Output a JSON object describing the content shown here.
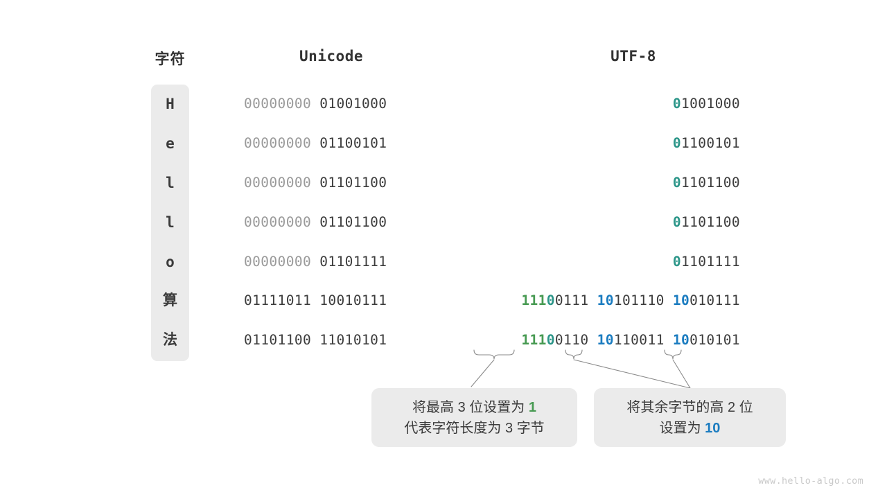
{
  "headers": {
    "char": "字符",
    "unicode": "Unicode",
    "utf8": "UTF-8"
  },
  "colors": {
    "teal": "#2c9689",
    "green": "#479a52",
    "blue": "#1b7cc0",
    "dim_gray": "#9a9a9a",
    "text_dark": "#3c3c3c",
    "pill_bg": "#ebebeb",
    "connector": "#8a8a8a",
    "watermark": "#c9c9c9",
    "background": "#ffffff"
  },
  "rows": [
    {
      "char": "H",
      "cjk": false,
      "unicode_dim": "00000000",
      "unicode_dark": "01001000",
      "utf8_lead": "0",
      "utf8_lead_color": "teal",
      "utf8_rest": "1001000"
    },
    {
      "char": "e",
      "cjk": false,
      "unicode_dim": "00000000",
      "unicode_dark": "01100101",
      "utf8_lead": "0",
      "utf8_lead_color": "teal",
      "utf8_rest": "1100101"
    },
    {
      "char": "l",
      "cjk": false,
      "unicode_dim": "00000000",
      "unicode_dark": "01101100",
      "utf8_lead": "0",
      "utf8_lead_color": "teal",
      "utf8_rest": "1101100"
    },
    {
      "char": "l",
      "cjk": false,
      "unicode_dim": "00000000",
      "unicode_dark": "01101100",
      "utf8_lead": "0",
      "utf8_lead_color": "teal",
      "utf8_rest": "1101100"
    },
    {
      "char": "o",
      "cjk": false,
      "unicode_dim": "00000000",
      "unicode_dark": "01101111",
      "utf8_lead": "0",
      "utf8_lead_color": "teal",
      "utf8_rest": "1101111"
    },
    {
      "char": "算",
      "cjk": true,
      "unicode_dim": "",
      "unicode_dark": "01111011 10010111",
      "utf8_b1_green": "111",
      "utf8_b1_teal": "0",
      "utf8_b1_rest": "0111",
      "utf8_b2_blue": "10",
      "utf8_b2_rest": "101110",
      "utf8_b3_blue": "10",
      "utf8_b3_rest": "010111"
    },
    {
      "char": "法",
      "cjk": true,
      "unicode_dim": "",
      "unicode_dark": "01101100 11010101",
      "utf8_b1_green": "111",
      "utf8_b1_teal": "0",
      "utf8_b1_rest": "0110",
      "utf8_b2_blue": "10",
      "utf8_b2_rest": "110011",
      "utf8_b3_blue": "10",
      "utf8_b3_rest": "010101"
    }
  ],
  "callouts": {
    "left": {
      "line1_a": "将最高 ",
      "line1_num": "3",
      "line1_b": " 位设置为 ",
      "line1_hl": "1",
      "line2_a": "代表字符长度为 ",
      "line2_num": "3",
      "line2_b": " 字节"
    },
    "right": {
      "line1_a": "将其余字节的高 ",
      "line1_num": "2",
      "line1_b": " 位",
      "line2_a": "设置为 ",
      "line2_hl": "10"
    }
  },
  "watermark": "www.hello-algo.com"
}
